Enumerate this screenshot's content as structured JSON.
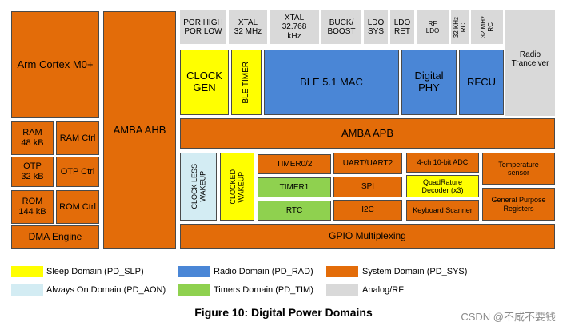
{
  "blocks": {
    "arm": "Arm Cortex M0+",
    "ram": "RAM\n48 kB",
    "ram_ctrl": "RAM Ctrl",
    "otp": "OTP\n32 kB",
    "otp_ctrl": "OTP Ctrl",
    "rom": "ROM\n144 kB",
    "rom_ctrl": "ROM Ctrl",
    "dma": "DMA Engine",
    "ahb": "AMBA AHB",
    "por": "POR HIGH\nPOR LOW",
    "xtal32m": "XTAL\n32 MHz",
    "xtal32k": "XTAL\n32.768\nkHz",
    "buck": "BUCK/\nBOOST",
    "ldo_sys": "LDO\nSYS",
    "ldo_ret": "LDO\nRET",
    "rf_ldo": "RF\nLDO",
    "rc32k": "RC\n32 KHz",
    "rc32m": "RC\n32 MHz",
    "clock_gen": "CLOCK\nGEN",
    "ble_timer": "BLE TIMER",
    "ble_mac": "BLE 5.1 MAC",
    "digital_phy": "Digital\nPHY",
    "rfcu": "RFCU",
    "radio": "Radio\nTranceiver",
    "apb": "AMBA APB",
    "clockless": "CLOCK LESS\nWAKEUP",
    "clocked": "CLOCKED\nWAKEUP",
    "timer02": "TIMER0/2",
    "timer1": "TIMER1",
    "rtc": "RTC",
    "uart": "UART/UART2",
    "spi": "SPI",
    "i2c": "I2C",
    "adc": "4-ch 10-bit ADC",
    "quad": "QuadRature\nDecoder (x3)",
    "kbd": "Keyboard Scanner",
    "temp": "Temperature\nsensor",
    "gpr": "General Purpose\nRegisters",
    "gpio": "GPIO Multiplexing"
  },
  "legend": {
    "sleep": "Sleep Domain (PD_SLP)",
    "radio": "Radio Domain (PD_RAD)",
    "system": "System Domain (PD_SYS)",
    "aon": "Always On Domain (PD_AON)",
    "timers": "Timers Domain (PD_TIM)",
    "analog": "Analog/RF"
  },
  "colors": {
    "system": "#e36c09",
    "sleep": "#ffff00",
    "radio": "#4a86d6",
    "timers": "#8fd14f",
    "aon": "#d3ecf3",
    "analog": "#d9d9d9"
  },
  "caption": "Figure 10: Digital Power Domains",
  "watermark": "CSDN @不咸不要钱"
}
